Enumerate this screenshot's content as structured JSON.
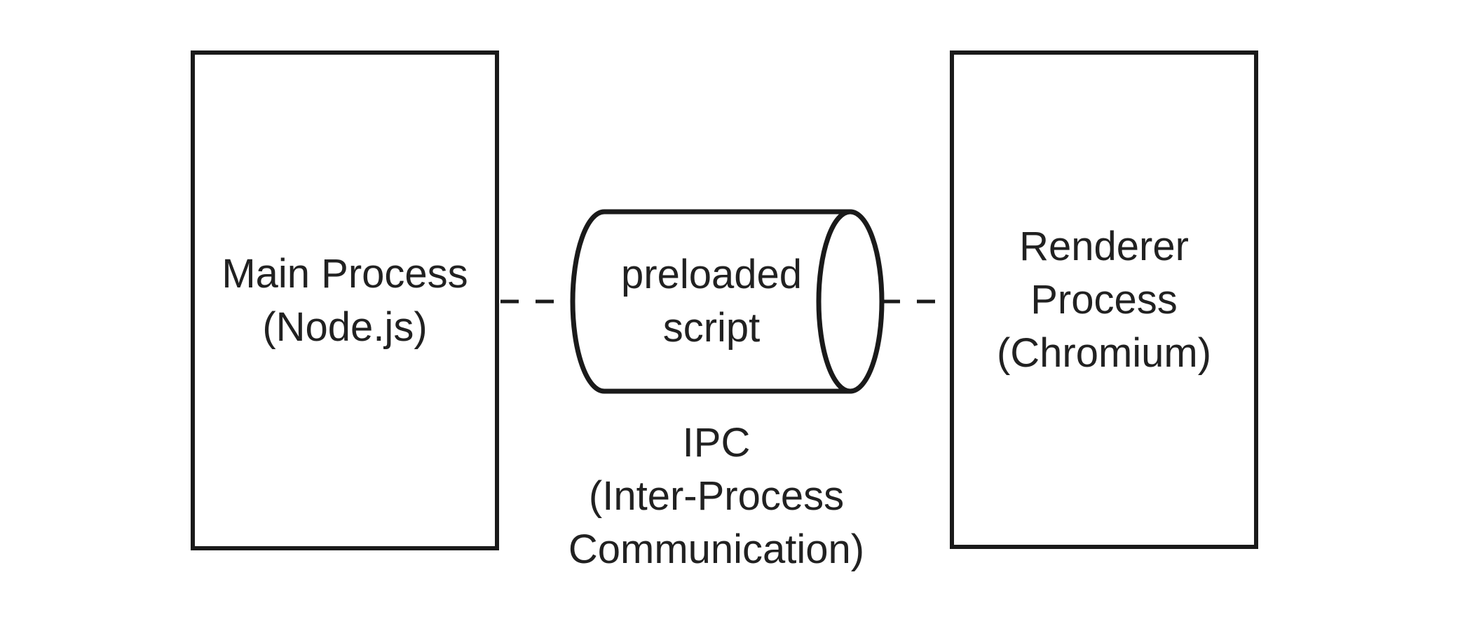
{
  "diagram": {
    "left_box": {
      "label": "Main Process\n(Node.js)"
    },
    "cylinder": {
      "label": "preloaded\nscript"
    },
    "cylinder_caption": {
      "label": "IPC\n(Inter-Process\nCommunication)"
    },
    "right_box": {
      "label": "Renderer\nProcess\n(Chromium)"
    },
    "colors": {
      "stroke": "#1a1a1a",
      "text": "#212121",
      "background": "#ffffff"
    }
  }
}
